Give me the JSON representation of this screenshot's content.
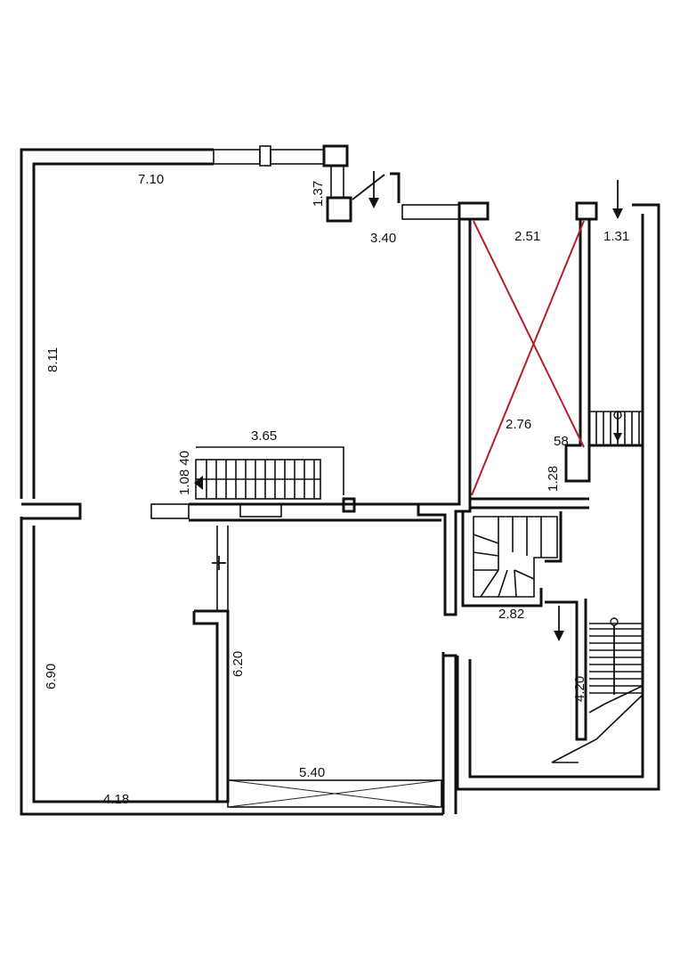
{
  "floorplan": {
    "dimensions": {
      "d_7_10": "7.10",
      "d_1_37": "1.37",
      "d_3_40": "3.40",
      "d_2_51": "2.51",
      "d_1_31": "1.31",
      "d_8_11": "8.11",
      "d_3_65": "3.65",
      "d_1_08_40": "1.08 40",
      "d_2_76": "2.76",
      "d_58": "58",
      "d_1_28": "1.28",
      "d_2_82": "2.82",
      "d_6_90": "6.90",
      "d_6_20": "6.20",
      "d_4_20": "4.20",
      "d_5_40": "5.40",
      "d_4_18": "4.18"
    },
    "colors": {
      "wall": "#111111",
      "void_cross": "#b21f24",
      "background": "#ffffff"
    }
  }
}
